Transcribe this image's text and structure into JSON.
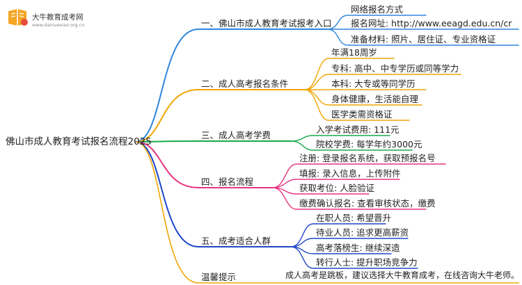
{
  "logo": {
    "name": "大牛教育成考网",
    "url": "www.daniuexiao.org.cn"
  },
  "root": {
    "label": "佛山市成人教育考试报名流程2025"
  },
  "colors": {
    "branch1": "#2e86de",
    "branch2": "#f0a500",
    "branch3": "#19a84a",
    "branch4": "#e8337f",
    "branch5": "#1d46c9",
    "branch6": "#f0a500"
  },
  "branches": [
    {
      "label": "一、佛山市成人教育考试报考入口",
      "children": [
        "网络报名方式",
        "报名网址: http://www.eeagd.edu.cn/cr",
        "准备材料: 照片、居住证、专业资格证"
      ]
    },
    {
      "label": "二、成人高考报名条件",
      "children": [
        "年满18周岁",
        "专科: 高中、中专学历或同等学力",
        "本科: 大专或等同学历",
        "身体健康，生活能自理",
        "医学类需资格证"
      ]
    },
    {
      "label": "三、成人高考学费",
      "children": [
        "入学考试费用: 111元",
        "院校学费: 每学年约3000元"
      ]
    },
    {
      "label": "四、报名流程",
      "children": [
        "注册: 登录报名系统，获取预报名号",
        "填报: 录入信息，上传附件",
        "获取考位: 人脸验证",
        "缴费确认报名: 查看审核状态，缴费"
      ]
    },
    {
      "label": "五、成考适合人群",
      "children": [
        "在职人员: 希望晋升",
        "待业人员: 追求更高薪资",
        "高考落榜生: 继续深造",
        "转行人士: 提升职场竞争力"
      ]
    },
    {
      "label": "温馨提示",
      "children": [
        "成人高考是跳板，建议选择大牛教育成考，在线咨询大牛老师。"
      ]
    }
  ]
}
